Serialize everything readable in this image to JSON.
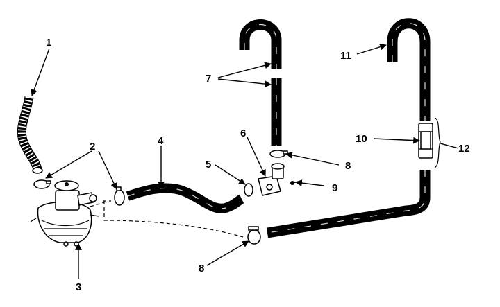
{
  "diagram": {
    "callouts": [
      {
        "id": "c1",
        "text": "1"
      },
      {
        "id": "c2",
        "text": "2"
      },
      {
        "id": "c3",
        "text": "3"
      },
      {
        "id": "c4",
        "text": "4"
      },
      {
        "id": "c5",
        "text": "5"
      },
      {
        "id": "c6",
        "text": "6"
      },
      {
        "id": "c7",
        "text": "7"
      },
      {
        "id": "c8a",
        "text": "8"
      },
      {
        "id": "c8b",
        "text": "8"
      },
      {
        "id": "c9",
        "text": "9"
      },
      {
        "id": "c10",
        "text": "10"
      },
      {
        "id": "c11",
        "text": "11"
      },
      {
        "id": "c12",
        "text": "12"
      }
    ]
  }
}
